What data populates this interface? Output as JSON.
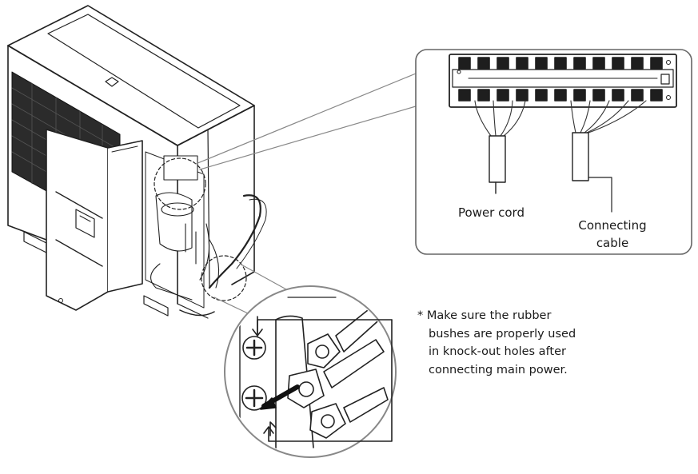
{
  "labels": {
    "power_cord": "Power cord",
    "connecting_cable": [
      "Connecting",
      "cable"
    ]
  },
  "note": {
    "lines": [
      "* Make sure the rubber",
      "bushes are properly used",
      "in knock-out holes after",
      "connecting main power."
    ]
  },
  "colors": {
    "line": "#222222",
    "light_line": "#888888",
    "background": "#ffffff"
  }
}
